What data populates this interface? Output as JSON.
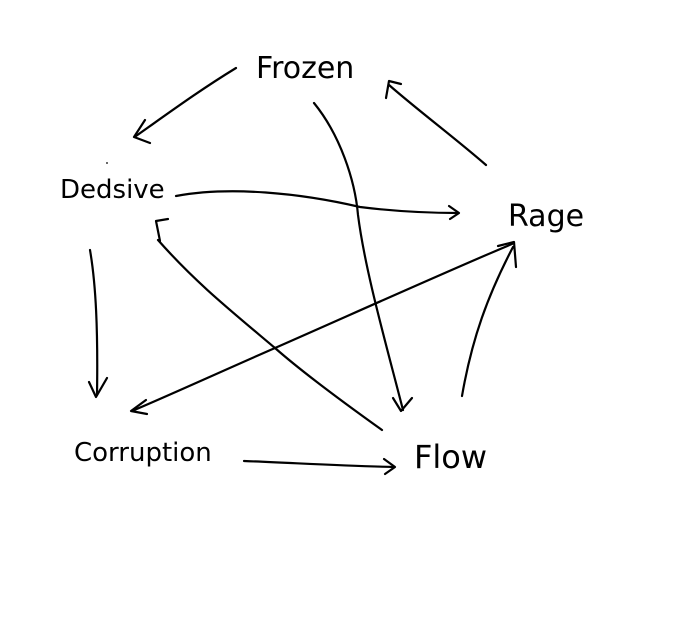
{
  "diagram": {
    "nodes": [
      {
        "id": "frozen",
        "label": "Frozen"
      },
      {
        "id": "decisive",
        "label": "Dedsive"
      },
      {
        "id": "rage",
        "label": "Rage"
      },
      {
        "id": "corruption",
        "label": "Corruption"
      },
      {
        "id": "flow",
        "label": "Flow"
      }
    ],
    "edges": [
      {
        "from": "frozen",
        "to": "decisive"
      },
      {
        "from": "frozen",
        "to": "flow"
      },
      {
        "from": "rage",
        "to": "frozen"
      },
      {
        "from": "decisive",
        "to": "rage"
      },
      {
        "from": "decisive",
        "to": "corruption"
      },
      {
        "from": "flow",
        "to": "decisive"
      },
      {
        "from": "rage",
        "to": "corruption"
      },
      {
        "from": "flow",
        "to": "rage"
      },
      {
        "from": "corruption",
        "to": "flow"
      }
    ],
    "colors": {
      "ink": "#000000",
      "background": "#ffffff"
    }
  }
}
